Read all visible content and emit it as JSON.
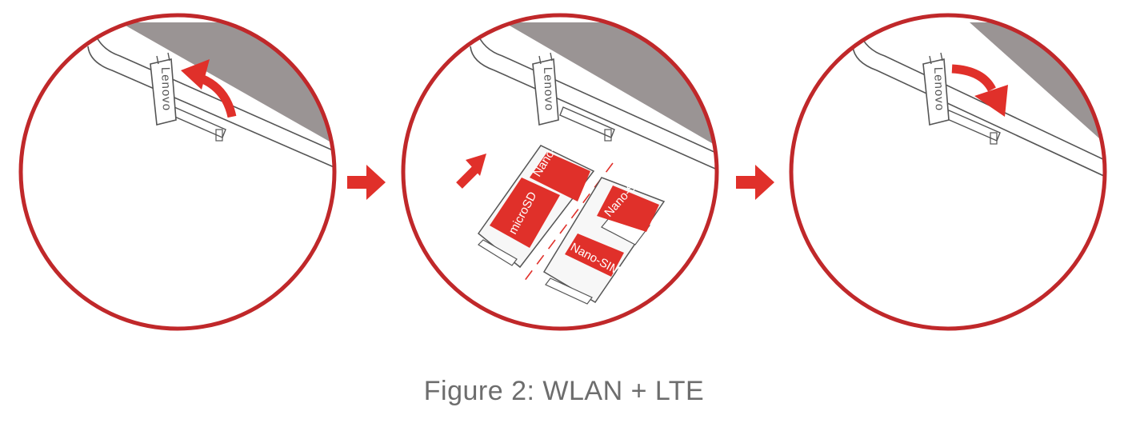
{
  "caption": "Figure 2: WLAN + LTE",
  "brand": "Lenovo",
  "card_labels": {
    "nano_sim": "Nano-SIM",
    "micro_sd": "microSD"
  },
  "colors": {
    "accent_red": "#e0302a",
    "circle_red": "#c0282a",
    "device_gray": "#9a9494",
    "line_gray": "#555555",
    "caption_gray": "#6d6d6d"
  },
  "steps": [
    {
      "action": "open-tray",
      "arrow": "curved-arrow-up-left-icon"
    },
    {
      "action": "insert-cards",
      "arrow": "straight-arrow-up-right-icon"
    },
    {
      "action": "close-tray",
      "arrow": "curved-arrow-down-right-icon"
    }
  ],
  "connectors": [
    "right-arrow-icon",
    "right-arrow-icon"
  ]
}
